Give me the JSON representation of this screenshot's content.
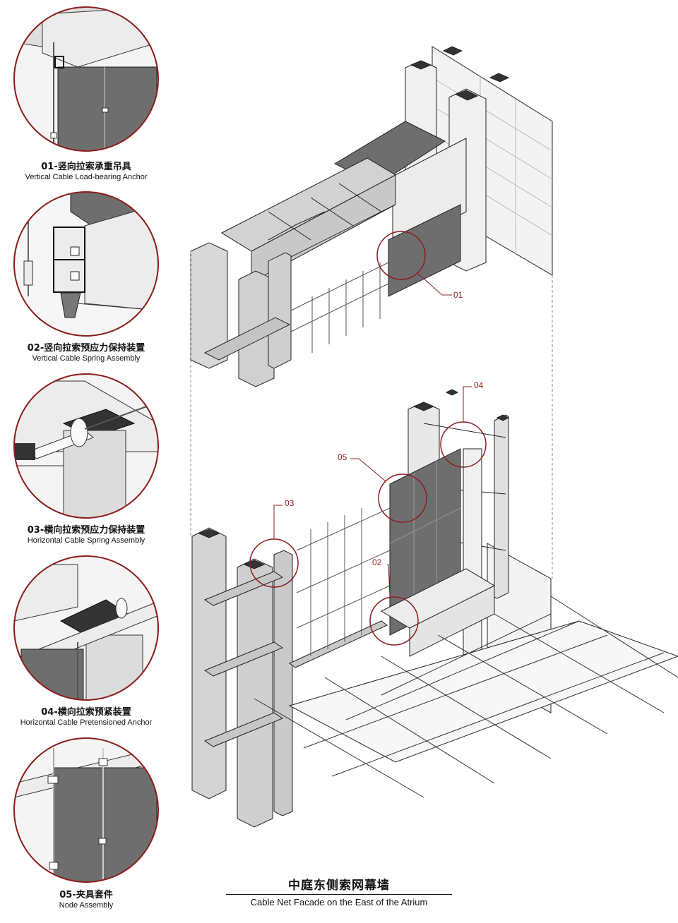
{
  "detail_views": [
    {
      "zh": "01-竖向拉索承重吊具",
      "en": "Vertical Cable Load-bearing Anchor"
    },
    {
      "zh": "02-竖向拉索预应力保持装置",
      "en": "Vertical Cable Spring Assembly"
    },
    {
      "zh": "03-横向拉索预应力保持装置",
      "en": "Horizontal Cable Spring Assembly"
    },
    {
      "zh": "04-横向拉索预紧装置",
      "en": "Horizontal Cable Pretensioned Anchor"
    },
    {
      "zh": "05-夹具套件",
      "en": "Node Assembly"
    }
  ],
  "callouts": [
    "01",
    "02",
    "03",
    "04",
    "05"
  ],
  "title": {
    "zh": "中庭东侧索网幕墙",
    "en": "Cable Net Facade on the East of the Atrium"
  },
  "colors": {
    "accent": "#8b1f1f",
    "structure": "#c8c8c8",
    "panel": "#6e6e6e",
    "wall": "#ececec",
    "line": "#222222"
  }
}
